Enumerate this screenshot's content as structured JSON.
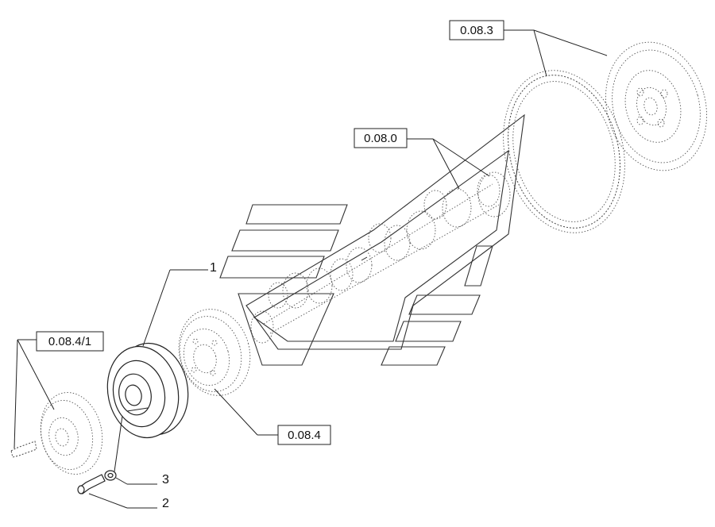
{
  "references": {
    "flywheel": "0.08.3",
    "crankshaft": "0.08.0",
    "rear_pulley": "0.08.4/1",
    "damper": "0.08.4"
  },
  "item_numbers": {
    "pulley": "1",
    "screw": "2",
    "washer": "3"
  }
}
